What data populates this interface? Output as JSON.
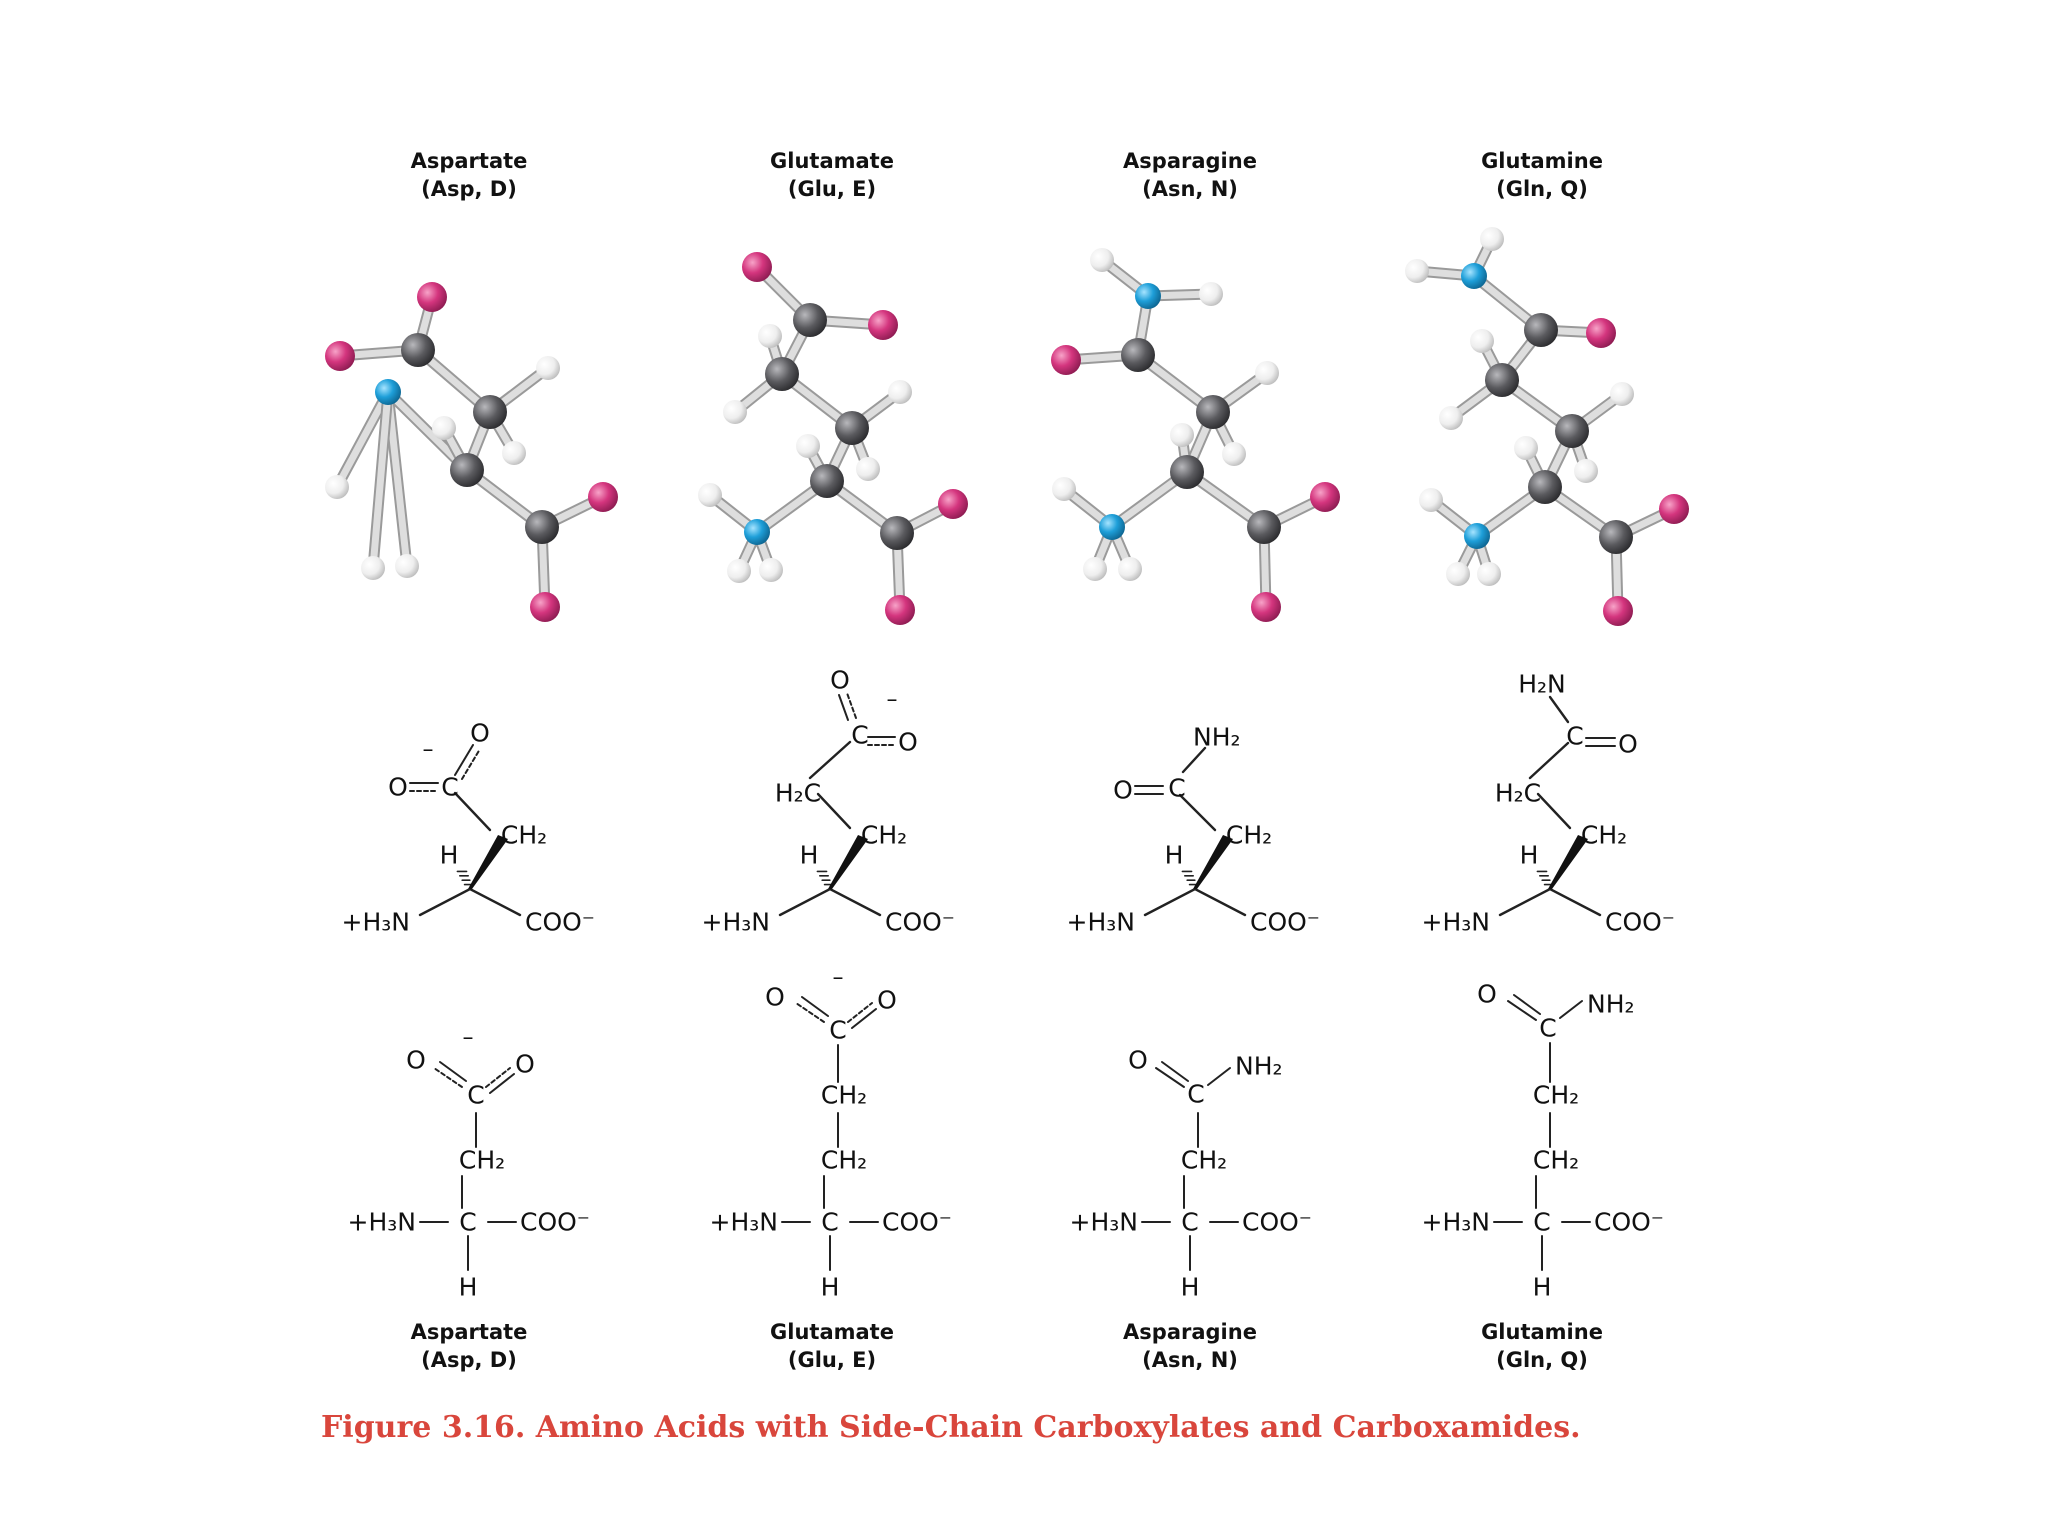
{
  "amino_acids": [
    {
      "name": "Aspartate",
      "abbr": "(Asp, D)",
      "side_chain": "carboxylate"
    },
    {
      "name": "Glutamate",
      "abbr": "(Glu, E)",
      "side_chain": "carboxylate"
    },
    {
      "name": "Asparagine",
      "abbr": "(Asn, N)",
      "side_chain": "carboxamide"
    },
    {
      "name": "Glutamine",
      "abbr": "(Gln, Q)",
      "side_chain": "carboxamide"
    }
  ],
  "labels": {
    "H3N_plus": "+H₃N",
    "COO_minus": "COO⁻",
    "CH2": "CH₂",
    "H2C": "H₂C",
    "NH2": "NH₂",
    "H2N": "H₂N",
    "C": "C",
    "H": "H",
    "O": "O",
    "minus": "–"
  },
  "caption": "Figure 3.16. Amino Acids with Side-Chain Carboxylates and Carboxamides.",
  "colors": {
    "carbon": "#5a5a5e",
    "hydrogen": "#eeeeee",
    "oxygen": "#d4357e",
    "nitrogen": "#1e9fd9",
    "bond": "#c8c8c8",
    "caption": "#d9463c"
  }
}
